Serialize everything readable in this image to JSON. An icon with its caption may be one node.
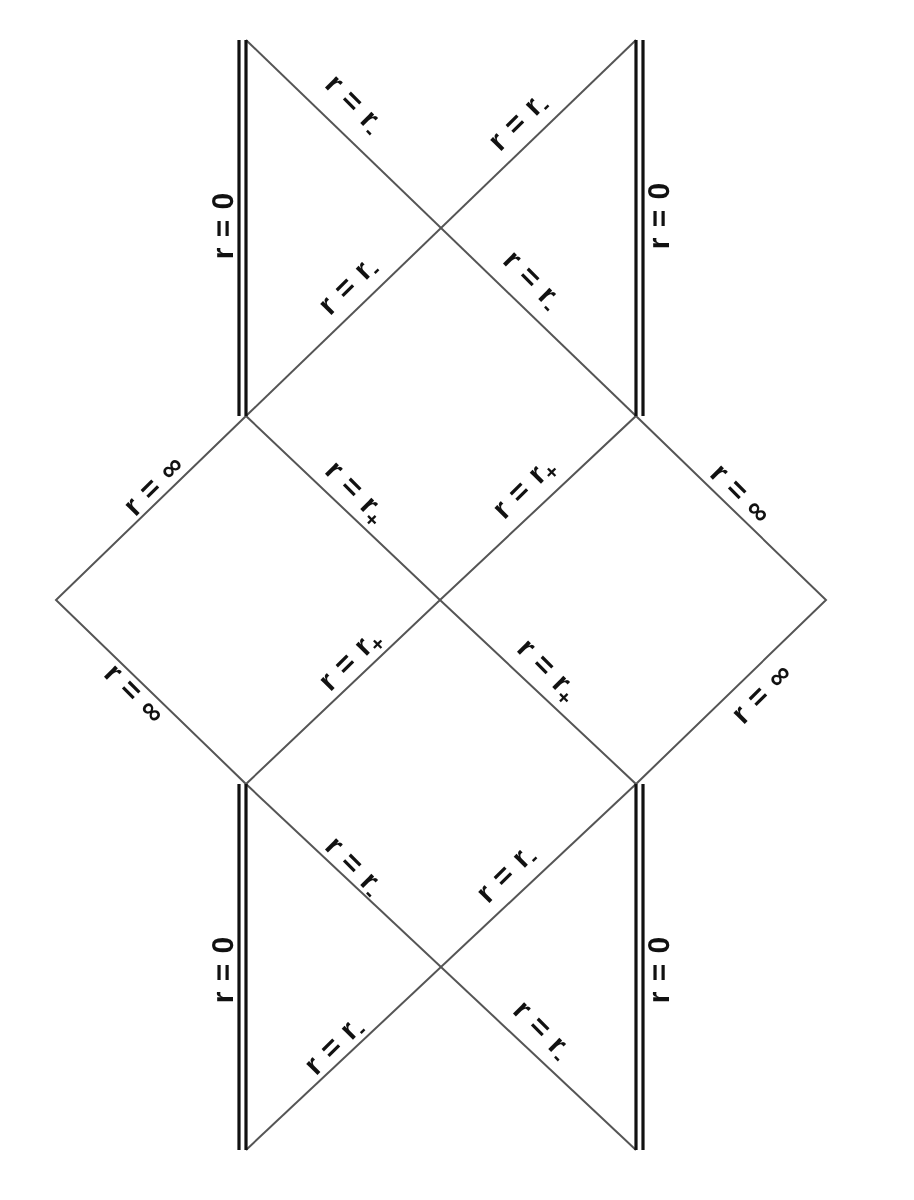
{
  "diagram": {
    "labels": [
      "r = r$_{-}$",
      "r = r$_{-}$",
      "r = 0",
      "r = 0",
      "r = r$_{-}$",
      "r = r$_{-}$",
      "r = ∞",
      "r = r$_{+}$",
      "r = r$_{+}$",
      "r = ∞",
      "r = ∞",
      "r = r$_{+}$",
      "r = r$_{+}$",
      "r = ∞",
      "r = r$_{-}$",
      "r = r$_{-}$",
      "r = 0",
      "r = 0",
      "r = r$_{-}$",
      "r = r$_{-}$"
    ]
  }
}
